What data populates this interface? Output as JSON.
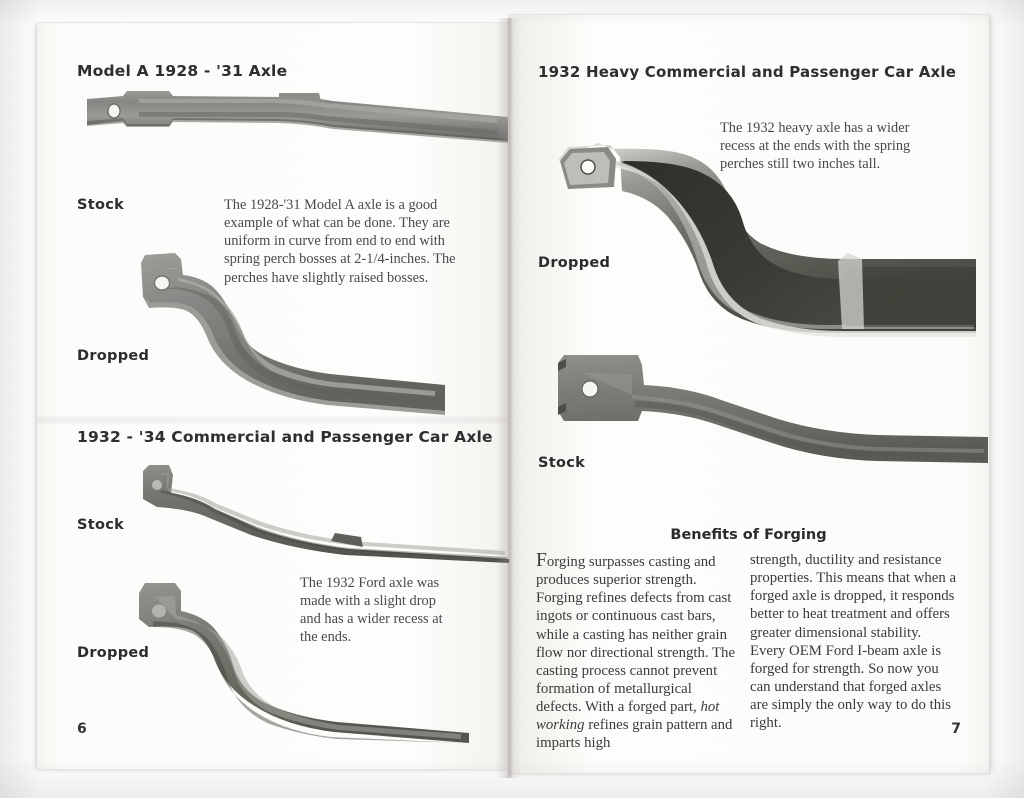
{
  "document": {
    "type": "scanned-book-spread",
    "left_page": {
      "page_number": "6",
      "sections": [
        {
          "heading": "Model A 1928 - '31 Axle",
          "figures": [
            {
              "label": "Stock",
              "subject": "model-a-stock-axle"
            },
            {
              "label": "Dropped",
              "subject": "model-a-dropped-axle"
            }
          ],
          "caption": "The 1928-'31 Model A axle is a good example of what can be done. They are uniform in curve from end to end with spring perch bosses at 2-1/4-inches. The perches have slightly raised bosses."
        },
        {
          "heading": "1932 - '34 Commercial and Passenger Car Axle",
          "figures": [
            {
              "label": "Stock",
              "subject": "1932-34-stock-axle"
            },
            {
              "label": "Dropped",
              "subject": "1932-34-dropped-axle"
            }
          ],
          "caption": "The 1932 Ford axle was made with a slight drop and has a wider recess at the ends."
        }
      ]
    },
    "right_page": {
      "page_number": "7",
      "sections": [
        {
          "heading": "1932 Heavy Commercial and Passenger Car Axle",
          "caption": "The 1932 heavy axle has a wider recess at the ends with the spring perches still two inches tall.",
          "figures": [
            {
              "label": "Dropped",
              "subject": "1932-heavy-dropped-axle"
            },
            {
              "label": "Stock",
              "subject": "1932-heavy-stock-axle"
            }
          ]
        }
      ],
      "article": {
        "heading": "Benefits of Forging",
        "column_one_dropcap": "F",
        "column_one_rest": "orging surpasses casting and produces superior strength. Forging refines defects from cast ingots or continuous cast bars, while a casting has neither grain flow nor directional strength.  The casting process cannot prevent formation of metallurgical defects.  With a forged part, ",
        "column_one_italic": "hot working",
        "column_one_tail": " refines grain pattern and imparts high",
        "column_two": "strength, ductility and resistance properties. This means that when a forged axle is dropped, it responds better to heat treatment and offers greater dimensional stability. Every OEM Ford I-beam axle is forged for strength. So now you can understand that forged axles are simply the only way to do this right."
      }
    }
  },
  "colors": {
    "page": "#fbfbf9",
    "ink": "#3c3b3b",
    "heading_ink": "#2e2e30",
    "metal_mid": "#8c8c8a",
    "metal_dark": "#5a5a58",
    "metal_light": "#cfcfcb"
  }
}
